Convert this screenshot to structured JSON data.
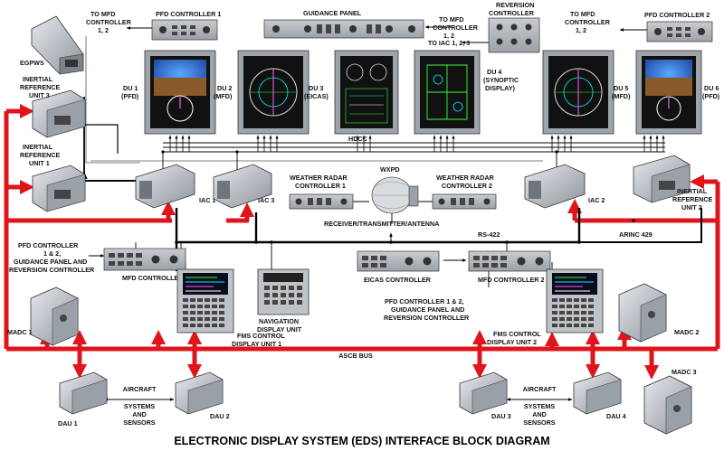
{
  "title": "ELECTRONIC DISPLAY SYSTEM (EDS) INTERFACE BLOCK DIAGRAM",
  "colors": {
    "bus_red": "#e0141b",
    "line_black": "#000000",
    "unit_gray": "#b8bcc2",
    "screen_dark": "#1a1f3a"
  },
  "labels": {
    "pfd_controller_1": "PFD CONTROLLER 1",
    "pfd_controller_2": "PFD CONTROLLER 2",
    "guidance_panel": "GUIDANCE PANEL",
    "reversion_controller_1": "REVERSION",
    "reversion_controller_2": "CONTROLLER",
    "to_mfd_left_1": "TO MFD",
    "to_mfd_left_2": "CONTROLLER",
    "to_mfd_left_3": "1, 2",
    "to_mfd_center_1": "TO MFD",
    "to_mfd_center_2": "CONTROLLER",
    "to_mfd_center_3": "1, 2",
    "to_iac": "TO IAC 1, 2, 3",
    "to_mfd_right_1": "TO MFD",
    "to_mfd_right_2": "CONTROLLER",
    "to_mfd_right_3": "1, 2",
    "egpws": "EGPWS",
    "iru3_1": "INERTIAL",
    "iru3_2": "REFERENCE",
    "iru3_3": "UNIT 3",
    "iru1_1": "INERTIAL",
    "iru1_2": "REFERENCE",
    "iru1_3": "UNIT 1",
    "iru2_1": "INERTIAL",
    "iru2_2": "REFERENCE",
    "iru2_3": "UNIT 2",
    "du1_1": "DU 1",
    "du1_2": "(PFD)",
    "du2_1": "DU 2",
    "du2_2": "(MFD)",
    "du3_1": "DU 3",
    "du3_2": "(EICAS)",
    "du4_1": "DU 4",
    "du4_2": "(SYNOPTIC",
    "du4_3": "DISPLAY)",
    "du5_1": "DU 5",
    "du5_2": "(MFD)",
    "du6_1": "DU 6",
    "du6_2": "(PFD)",
    "hdcc": "HDCC",
    "wxpd": "WXPD",
    "wx_ctrl1_1": "WEATHER RADAR",
    "wx_ctrl1_2": "CONTROLLER 1",
    "wx_ctrl2_1": "WEATHER RADAR",
    "wx_ctrl2_2": "CONTROLLER 2",
    "rta": "RECEIVER/TRANSMITTER/ANTENNA",
    "iac1": "IAC 1",
    "iac2": "IAC 2",
    "iac3": "IAC 3",
    "rs422": "RS-422",
    "arinc429": "ARINC 429",
    "pfd_left_1": "PFD CONTROLLER",
    "pfd_left_2": "1 & 2,",
    "pfd_left_3": "GUIDANCE PANEL AND",
    "pfd_left_4": "REVERSION CONTROLLER",
    "mfd_ctrl1": "MFD CONTROLLER 1",
    "mfd_ctrl2": "MFD CONTROLLER 2",
    "eicas_ctrl": "EICAS CONTROLLER",
    "pfd_center_1": "PFD CONTROLLER 1 & 2,",
    "pfd_center_2": "GUIDANCE PANEL AND",
    "pfd_center_3": "REVERSION CONTROLLER",
    "nav_du_1": "NAVIGATION",
    "nav_du_2": "DISPLAY UNIT",
    "fms1_1": "FMS CONTROL",
    "fms1_2": "DISPLAY UNIT 1",
    "fms2_1": "FMS CONTROL",
    "fms2_2": "DISPLAY UNIT 2",
    "madc1": "MADC 1",
    "madc2": "MADC 2",
    "madc3": "MADC 3",
    "ascb": "ASCB BUS",
    "dau1": "DAU 1",
    "dau2": "DAU 2",
    "dau3": "DAU 3",
    "dau4": "DAU 4",
    "sensors_l_1": "AIRCRAFT",
    "sensors_l_2": "SYSTEMS",
    "sensors_l_3": "AND",
    "sensors_l_4": "SENSORS",
    "sensors_r_1": "AIRCRAFT",
    "sensors_r_2": "SYSTEMS",
    "sensors_r_3": "AND",
    "sensors_r_4": "SENSORS"
  }
}
